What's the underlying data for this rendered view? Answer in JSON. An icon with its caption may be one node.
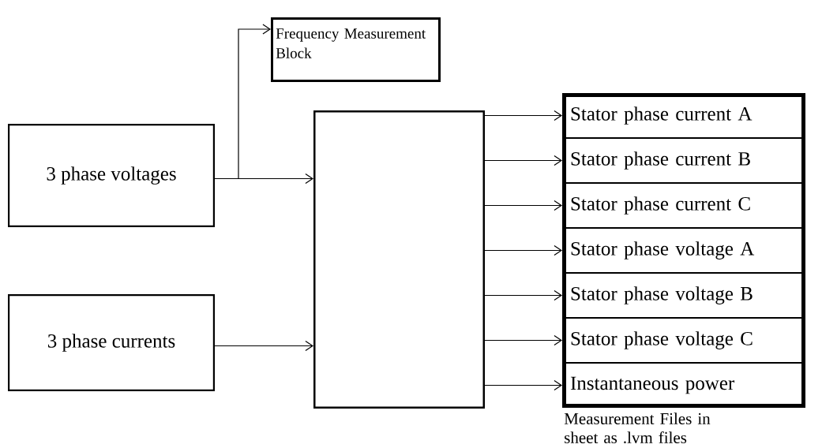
{
  "diagram": {
    "nodes": [
      {
        "text": [
          "3 phase voltages"
        ]
      },
      {
        "text": [
          "3 phase currents"
        ]
      },
      {
        "text": [
          "Frequency Measurement Block"
        ]
      },
      {
        "text": [],
        "shape": "box"
      },
      {
        "text": [],
        "shape": "box",
        "beside": [
          "Measurement Files in sheet as .lvm files"
        ]
      },
      {
        "text": [
          "Stator phase current A"
        ],
        "in": 4
      },
      {
        "text": [
          "Stator phase current B"
        ],
        "in": 4
      },
      {
        "text": [
          "Stator phase current C"
        ],
        "in": 4
      },
      {
        "text": [
          "Stator phase voltage A"
        ],
        "in": 4
      },
      {
        "text": [
          "Stator phase voltage B"
        ],
        "in": 4
      },
      {
        "text": [
          "Stator phase voltage C"
        ],
        "in": 4
      },
      {
        "text": [
          "Instantaneous power"
        ],
        "in": 4
      }
    ],
    "edges": [
      {
        "from": 0,
        "to": 3,
        "arrow": "to"
      },
      {
        "from": 0,
        "to": 2,
        "arrow": "to"
      },
      {
        "from": 1,
        "to": 3,
        "arrow": "to"
      },
      {
        "from": 3,
        "to": 5,
        "arrow": "to"
      },
      {
        "from": 3,
        "to": 6,
        "arrow": "to"
      },
      {
        "from": 3,
        "to": 7,
        "arrow": "to"
      },
      {
        "from": 3,
        "to": 8,
        "arrow": "to"
      },
      {
        "from": 3,
        "to": 9,
        "arrow": "to"
      },
      {
        "from": 3,
        "to": 10,
        "arrow": "to"
      },
      {
        "from": 3,
        "to": 11,
        "arrow": "to"
      }
    ]
  }
}
